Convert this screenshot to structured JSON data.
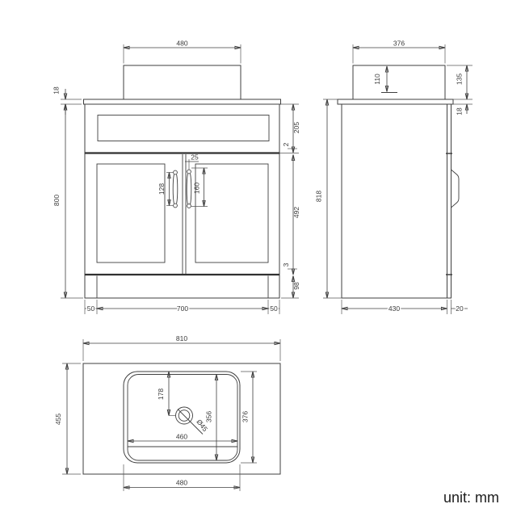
{
  "unit_label": "unit: mm",
  "front_view": {
    "basin_width": "480",
    "countertop_thickness": "18",
    "cabinet_height": "800",
    "drawer_height": "205",
    "gap_top": "2",
    "handle_offset": "25",
    "left_handle_spacing": "128",
    "right_handle_length": "160",
    "door_height": "492",
    "gap_bottom": "3",
    "plinth_height": "98",
    "margin_left": "50",
    "door_span": "700",
    "margin_right": "50"
  },
  "side_view": {
    "basin_depth": "376",
    "basin_inner_height": "110",
    "basin_height": "135",
    "countertop_thickness": "18",
    "total_height": "818",
    "cabinet_depth": "430",
    "door_thickness": "20"
  },
  "top_view": {
    "countertop_width": "810",
    "countertop_depth": "455",
    "drain_offset": "178",
    "basin_inner_depth": "356",
    "basin_outer_depth": "376",
    "basin_inner_width": "460",
    "basin_outer_width": "480",
    "drain_diameter": "Ø45"
  }
}
